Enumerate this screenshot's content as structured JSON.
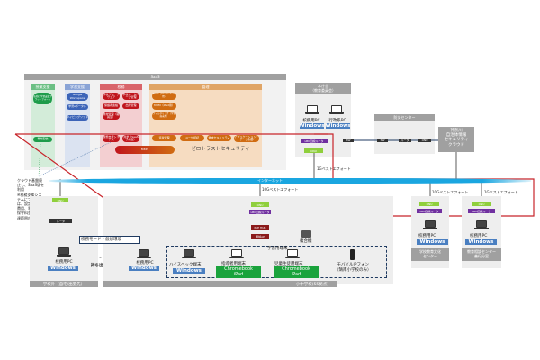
{
  "saas": {
    "title": "SaaS",
    "columns": [
      {
        "title": "授業支援",
        "items": [
          "お助け学習支援プラットフォーム",
          "教材配信"
        ]
      },
      {
        "title": "学習支援",
        "items": [
          "Google Workspace",
          "学習eポータル",
          "タイピングソフト"
        ]
      },
      {
        "title": "校務",
        "items": [
          "学校グループウェア",
          "学校ホームページ管理",
          "保護者連絡",
          "出席管理",
          "教材管理（職員室）",
          "校務支援システム",
          "共学（SaaS予約型）"
        ]
      },
      {
        "title": "管理",
        "items": [
          "MDM（Chromebook用）",
          "MDM（iPad用）",
          "フィルタリング（学習端末用）",
          "資産管理",
          "ユーザ認証",
          "端末セキュリティ",
          "アプリケーション・データ制御"
        ]
      }
    ],
    "m365": "M365",
    "zero_trust": "ゼロトラストセキュリティ"
  },
  "head_office": {
    "title": "本庁舎\n（教育委員会）",
    "pcs": [
      {
        "label": "校務用PC",
        "os": "Windows"
      },
      {
        "label": "行政系PC",
        "os": "Windows"
      }
    ],
    "router": "LBO回線ルータ",
    "onu": "ONU",
    "sw": "SW"
  },
  "disaster_center": {
    "title": "防災センター",
    "devices": [
      "SW",
      "ルータ",
      "ONU"
    ]
  },
  "cloud": {
    "title": "神奈川\n自治体情報\nセキュリティ\nクラウド"
  },
  "internet": {
    "label": "インターネット"
  },
  "links": {
    "head_office": "1Gベストエフォート",
    "school": "10Gベストエフォート",
    "culture_center": "10Gベストエフォート",
    "edu_center": "1Gベストエフォート"
  },
  "note": "クラウド基盤廃止し、SaaS版を利用\n※校務支援システムについては、設定、連携費用、利用料、保守料金て本調達範囲内とする）",
  "outside": {
    "onu": "ONU",
    "router": "ルータ",
    "pc_label": "校務用PC",
    "pc_os": "Windows",
    "carry": "持ち出し",
    "title": "学校外（自宅/出張先）"
  },
  "school": {
    "onu": "ONU",
    "router": "LBO回線ルータ",
    "poe": "PoE HUB",
    "ap": "無線AP",
    "printer": "複合機",
    "mode_box": "校務モード・仮想環境",
    "pc_label": "校務用PC",
    "pc_os": "Windows",
    "learning_title": "学習用端末",
    "high_spec": {
      "label": "ハイスペック端末",
      "os": "Windows"
    },
    "teacher": {
      "label": "指導者用端末",
      "os": [
        "Chromebook",
        "iPad"
      ]
    },
    "student": {
      "label": "児童生徒用端末",
      "os": [
        "Chromebook",
        "iPad"
      ]
    },
    "phone": "モバイルIPフォン\n（鵠南小学校のみ）",
    "title": "小中学校(55拠点)"
  },
  "culture_center": {
    "onu": "ONU",
    "router": "LBO回線ルータ",
    "pc_label": "校務用PC",
    "pc_os": "Windows",
    "title": "学校教育文化\nセンター"
  },
  "edu_center": {
    "onu": "ONU",
    "router": "LBO回線ルータ",
    "pc_label": "校務用PC",
    "pc_os": "Windows",
    "title": "教育相談センター\n善行分室"
  },
  "colors": {
    "grey": "#a0a0a0",
    "green": "#5aa870",
    "blue": "#4a6fbf",
    "red": "#c8252b",
    "orange": "#d47a1e",
    "internet": "#1aa6e0",
    "onu": "#8fcf3c",
    "lbo": "#7030a0",
    "win": "#4a7fc1",
    "chromebook": "#1aa33c"
  }
}
